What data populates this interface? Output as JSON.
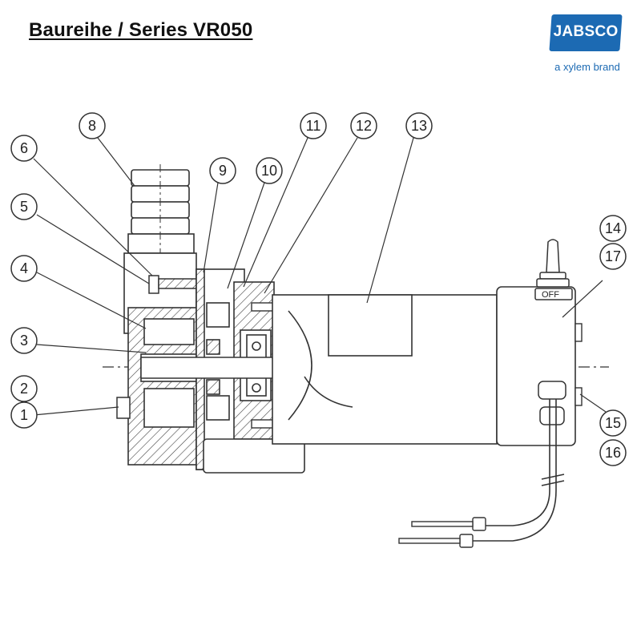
{
  "header": {
    "title": "Baureihe / Series VR050"
  },
  "brand": {
    "name": "JABSCO",
    "tagline": "a xylem brand",
    "color": "#1c6ab3"
  },
  "diagram": {
    "switch_label": "OFF",
    "callouts": [
      "1",
      "2",
      "3",
      "4",
      "5",
      "6",
      "8",
      "9",
      "10",
      "11",
      "12",
      "13",
      "14",
      "15",
      "16",
      "17"
    ]
  }
}
